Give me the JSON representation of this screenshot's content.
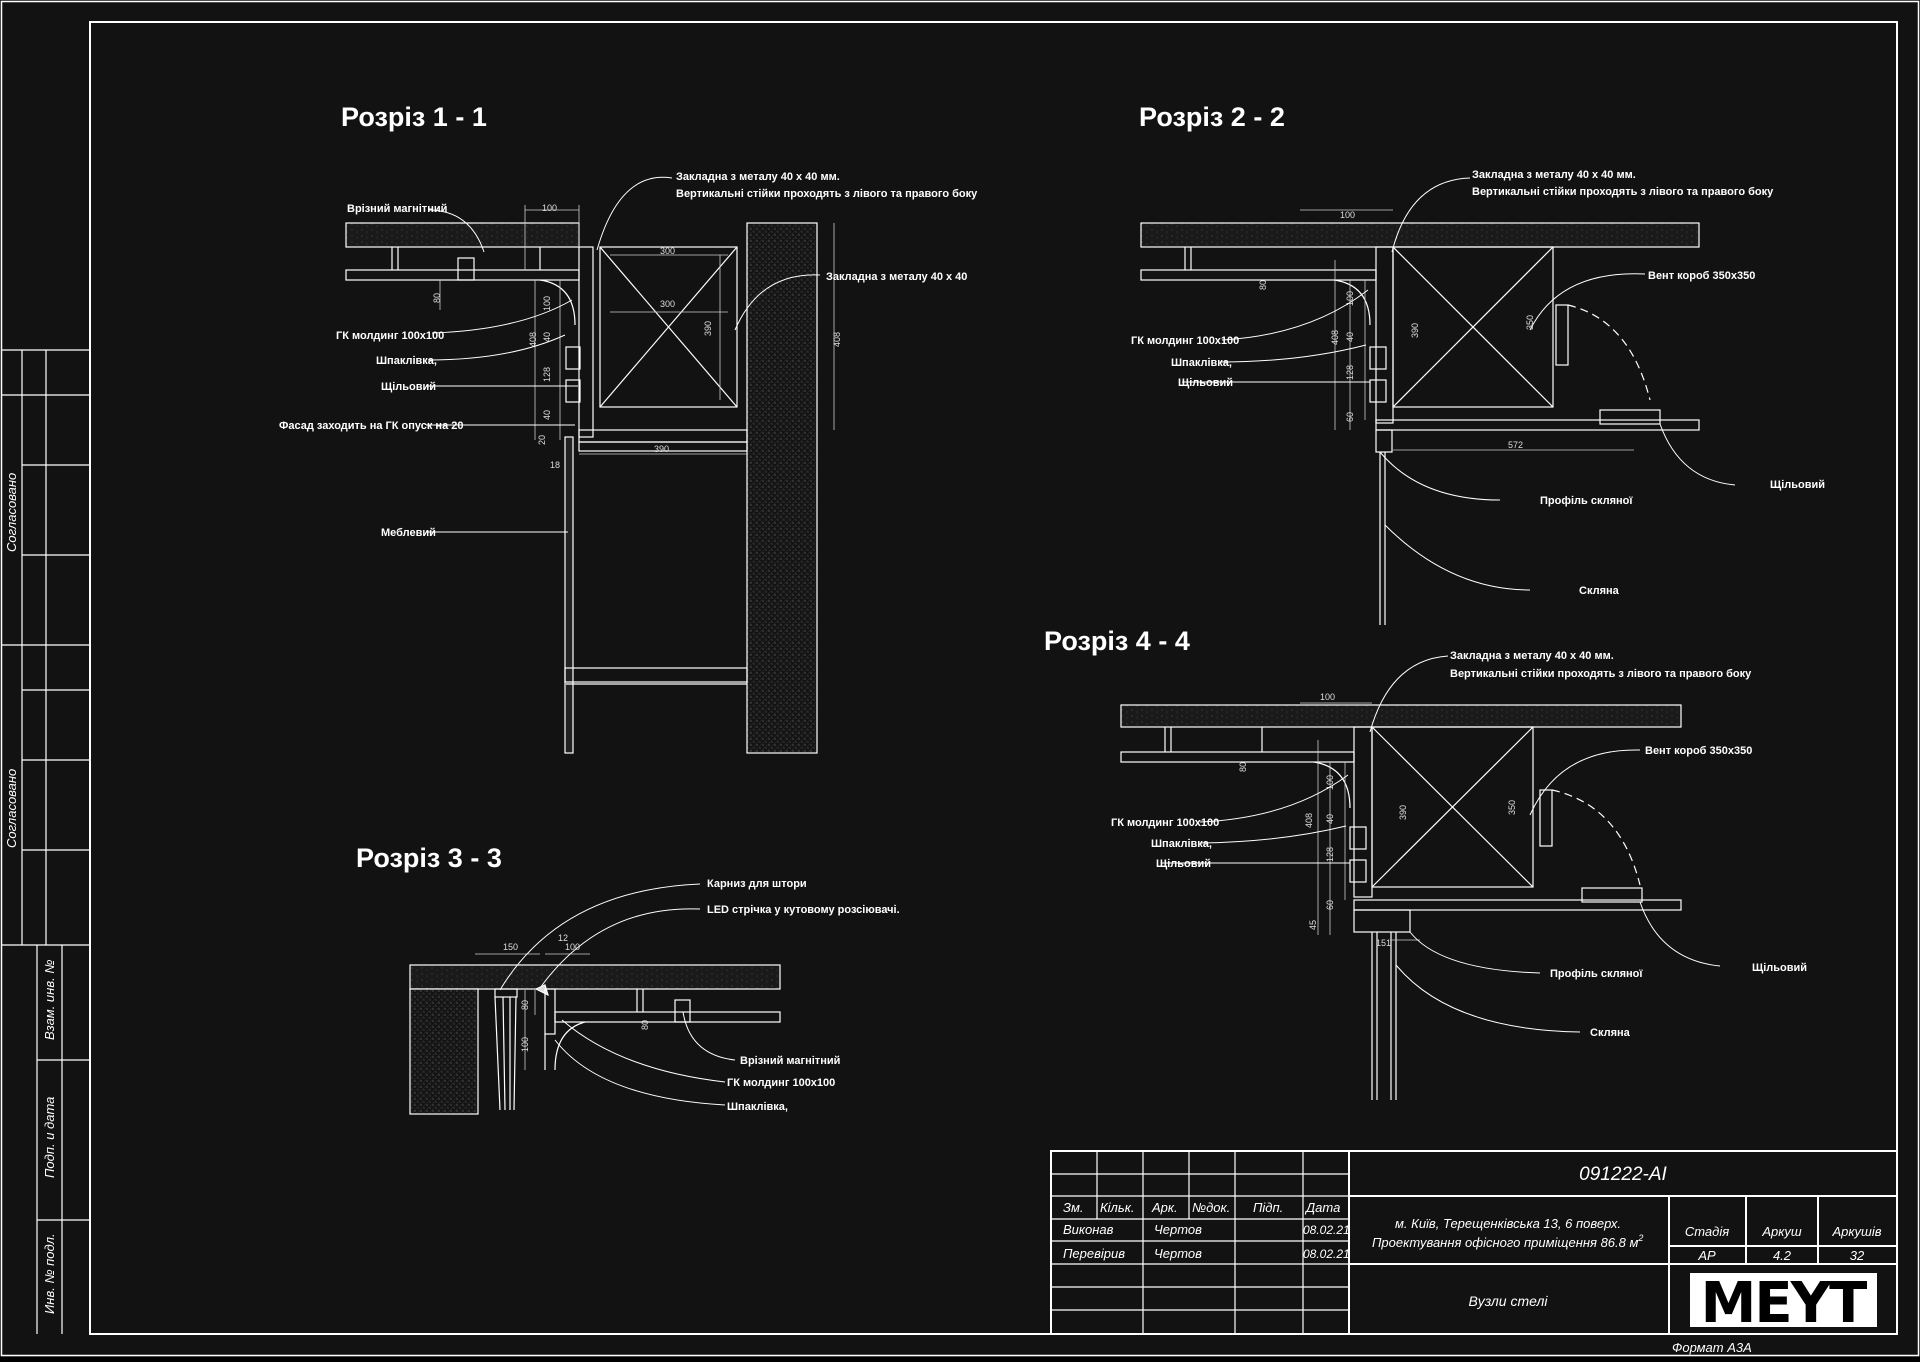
{
  "colors": {
    "background": "#121212",
    "lines": "#ffffff",
    "hatch": "#888888"
  },
  "sections": {
    "s11": {
      "title": "Розріз 1 - 1",
      "notes": {
        "embed1": "Закладна з металу 40 х 40 мм.",
        "embed2": "Вертикальні стійки проходять з лівого та правого боку",
        "magnet": "Врізний магнітний",
        "embed40": "Закладна з металу 40 х 40",
        "molding": "ГК молдинг 100х100",
        "putty": "Шпаклівка,",
        "gap": "Щільовий",
        "facade": "Фасад заходить на ГК опуск на 20",
        "furniture": "Меблевий"
      },
      "dims": {
        "d100": "100",
        "d300a": "300",
        "d300b": "300",
        "d390": "390",
        "d408": "408",
        "d408r": "408",
        "d80": "80",
        "d100v": "100",
        "d40a": "40",
        "d128": "128",
        "d40b": "40",
        "d20": "20",
        "d18": "18",
        "d390b": "390"
      }
    },
    "s22": {
      "title": "Розріз 2 - 2",
      "notes": {
        "embed1": "Закладна з металу 40 х 40 мм.",
        "embed2": "Вертикальні стійки проходять з лівого та правого боку",
        "vent": "Вент короб 350х350",
        "molding": "ГК молдинг 100х100",
        "putty": "Шпаклівка,",
        "gap": "Щільовий",
        "profile": "Профіль скляної",
        "gap2": "Щільовий",
        "glass": "Скляна"
      },
      "dims": {
        "d100": "100",
        "d80": "80",
        "d100v": "100",
        "d408": "408",
        "d40": "40",
        "d128": "128",
        "d60": "60",
        "d390": "390",
        "d350": "350",
        "d572": "572"
      }
    },
    "s33": {
      "title": "Розріз 3 - 3",
      "notes": {
        "cornice": "Карниз для штори",
        "led": "LED стрічка у кутовому розсіювачі.",
        "magnet": "Врізний магнітний",
        "molding": "ГК молдинг 100х100",
        "putty": "Шпаклівка,"
      },
      "dims": {
        "d150": "150",
        "d12": "12",
        "d100": "100",
        "d80": "80",
        "d100v": "100",
        "d80b": "80"
      }
    },
    "s44": {
      "title": "Розріз 4 - 4",
      "notes": {
        "embed1": "Закладна з металу 40 х 40 мм.",
        "embed2": "Вертикальні стійки проходять з лівого та правого боку",
        "vent": "Вент короб 350х350",
        "molding": "ГК молдинг 100х100",
        "putty": "Шпаклівка,",
        "gap": "Щільовий",
        "profile": "Профіль скляної",
        "gap2": "Щільовий",
        "glass": "Скляна"
      },
      "dims": {
        "d100": "100",
        "d80": "80",
        "d100v": "100",
        "d408": "408",
        "d40": "40",
        "d128": "128",
        "d60": "60",
        "d45": "45",
        "d390": "390",
        "d350": "350",
        "d151": "151"
      }
    }
  },
  "side_stamps": {
    "agreed1": "Согласовано",
    "agreed2": "Согласовано",
    "inv_swap": "Взам. инв. №",
    "sign_date": "Подп. и дата",
    "inv_orig": "Инв. № подл."
  },
  "title_block": {
    "code": "091222-АІ",
    "headers": {
      "change": "Зм.",
      "qty": "Кільк.",
      "sheet": "Арк.",
      "doc": "№док.",
      "sign": "Підп.",
      "date": "Дата"
    },
    "rows": [
      {
        "role": "Виконав",
        "name": "Чертов",
        "date": "08.02.21"
      },
      {
        "role": "Перевірив",
        "name": "Чертов",
        "date": "08.02.21"
      }
    ],
    "address": "м. Київ, Терещенківська 13, 6 поверх.",
    "project": "Проектування офісного приміщення 86.8 м",
    "sup": "2",
    "labels": {
      "stage": "Стадія",
      "sheet": "Аркуш",
      "sheets": "Аркушів"
    },
    "values": {
      "stage": "АР",
      "sheet": "4.2",
      "sheets": "32"
    },
    "drawing_name": "Вузли стелі",
    "logo": "MEYT",
    "format": "Формат А3А"
  }
}
